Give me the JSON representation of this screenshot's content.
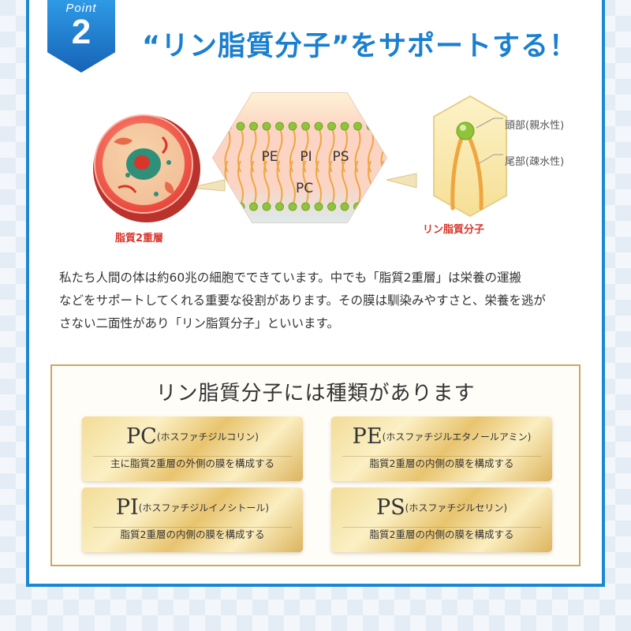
{
  "badge": {
    "label": "Point",
    "number": "2"
  },
  "headline": "“リン脂質分子”をサポートする！",
  "diagram": {
    "center_labels": [
      "PE",
      "PI",
      "PS",
      "PC"
    ],
    "left_caption": "脂質2重層",
    "right_caption": "リン脂質分子",
    "head_label": "頭部(親水性)",
    "tail_label": "尾部(疎水性)",
    "colors": {
      "head": "#8fc43a",
      "tail": "#f0a640",
      "accent": "#d9352b",
      "membrane": "#f8c7b4",
      "water": "#cfeaf0"
    }
  },
  "body": [
    "私たち人間の体は約60兆の細胞でできています。中でも「脂質2重層」は栄養の運搬",
    "などをサポートしてくれる重要な役割があります。その膜は馴染みやすさと、栄養を逃が",
    "さない二面性があり「リン脂質分子」といいます。"
  ],
  "types": {
    "title": "リン脂質分子には種類があります",
    "items": [
      {
        "abbr": "PC",
        "full": "(ホスファチジルコリン)",
        "desc": "主に脂質2重層の外側の膜を構成する"
      },
      {
        "abbr": "PE",
        "full": "(ホスファチジルエタノールアミン)",
        "desc": "脂質2重層の内側の膜を構成する"
      },
      {
        "abbr": "PI",
        "full": "(ホスファチジルイノシトール)",
        "desc": "脂質2重層の内側の膜を構成する"
      },
      {
        "abbr": "PS",
        "full": "(ホスファチジルセリン)",
        "desc": "脂質2重層の内側の膜を構成する"
      }
    ]
  }
}
